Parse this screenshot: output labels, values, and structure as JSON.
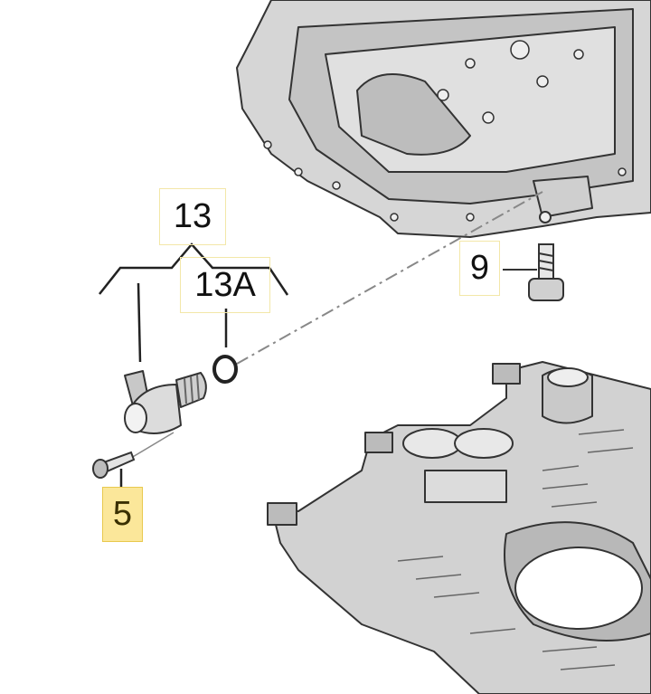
{
  "diagram": {
    "callouts": [
      {
        "id": "13",
        "label": "13",
        "highlighted": false
      },
      {
        "id": "13A",
        "label": "13A",
        "highlighted": false
      },
      {
        "id": "9",
        "label": "9",
        "highlighted": false
      },
      {
        "id": "5",
        "label": "5",
        "highlighted": true
      }
    ],
    "highlight_color": "#fbe79a",
    "part_color": "#d9d9d9",
    "outline_color": "#333333"
  }
}
